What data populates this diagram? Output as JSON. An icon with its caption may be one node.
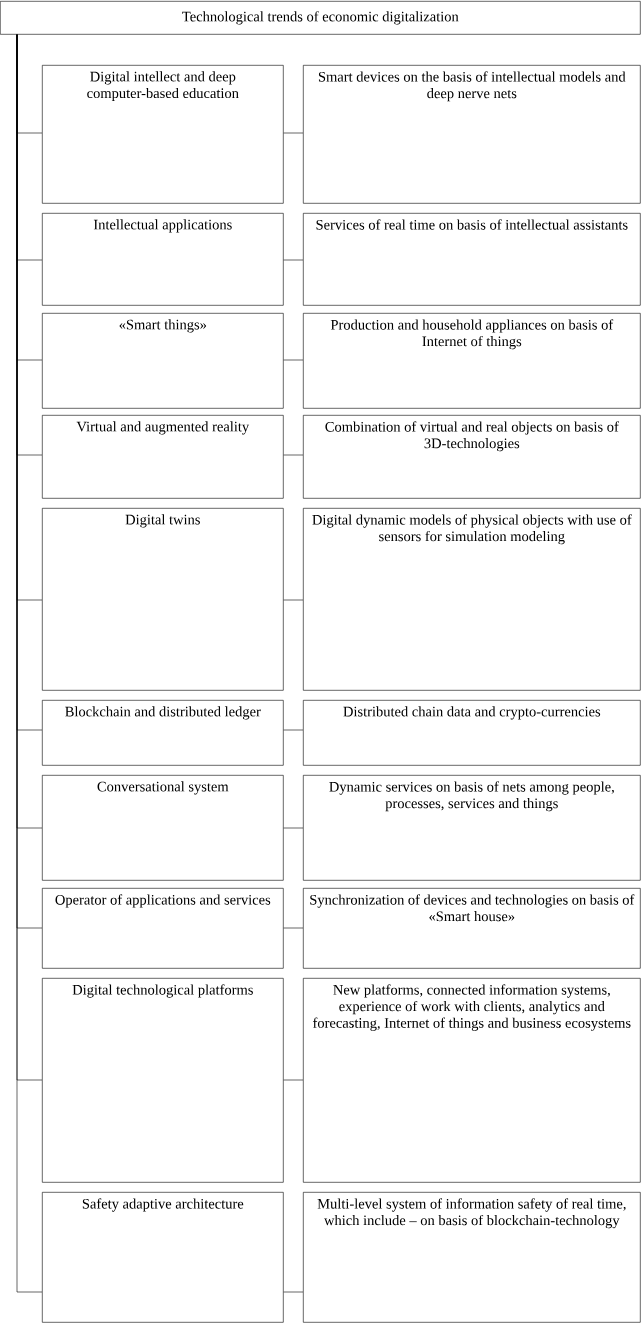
{
  "diagram": {
    "nodes": [
      {
        "text": [
          "Technological trends of economic digitalization"
        ]
      },
      {
        "text": [
          "Digital intellect and deep computer-based education"
        ]
      },
      {
        "text": [
          "Smart devices on the basis of intellectual models and deep nerve nets"
        ]
      },
      {
        "text": [
          "Intellectual applications"
        ]
      },
      {
        "text": [
          "Services of real time on basis of intellectual assistants"
        ]
      },
      {
        "text": [
          "«Smart things»"
        ]
      },
      {
        "text": [
          "Production and household appliances on basis of Internet of things"
        ]
      },
      {
        "text": [
          "Virtual and augmented reality"
        ]
      },
      {
        "text": [
          "Combination of virtual and real objects on basis of 3D-technologies"
        ]
      },
      {
        "text": [
          "Digital twins"
        ]
      },
      {
        "text": [
          "Digital dynamic models of physical objects with use of sensors for simulation modeling"
        ]
      },
      {
        "text": [
          "Blockchain and distributed ledger"
        ]
      },
      {
        "text": [
          "Distributed chain data and crypto-currencies"
        ]
      },
      {
        "text": [
          "Conversational system"
        ]
      },
      {
        "text": [
          "Dynamic services on basis of nets among people, processes, services and things"
        ]
      },
      {
        "text": [
          "Operator of applications and services"
        ]
      },
      {
        "text": [
          "Synchronization of devices and technologies on basis of «Smart house»"
        ]
      },
      {
        "text": [
          "Digital technological platforms"
        ]
      },
      {
        "text": [
          "New platforms, connected information systems, experience of work with clients, analytics and forecasting, Internet of things and business ecosystems"
        ]
      },
      {
        "text": [
          "Safety adaptive architecture"
        ]
      },
      {
        "text": [
          "Multi-level system of information safety of real time, which include – on basis of blockchain-technology"
        ]
      }
    ],
    "edges": [
      {
        "from": 0,
        "to": 1,
        "arrow": "none"
      },
      {
        "from": 1,
        "to": 2,
        "arrow": "none"
      },
      {
        "from": 0,
        "to": 3,
        "arrow": "none"
      },
      {
        "from": 3,
        "to": 4,
        "arrow": "none"
      },
      {
        "from": 0,
        "to": 5,
        "arrow": "none"
      },
      {
        "from": 5,
        "to": 6,
        "arrow": "none"
      },
      {
        "from": 0,
        "to": 7,
        "arrow": "none"
      },
      {
        "from": 7,
        "to": 8,
        "arrow": "none"
      },
      {
        "from": 0,
        "to": 9,
        "arrow": "none"
      },
      {
        "from": 9,
        "to": 10,
        "arrow": "none"
      },
      {
        "from": 0,
        "to": 11,
        "arrow": "none"
      },
      {
        "from": 11,
        "to": 12,
        "arrow": "none"
      },
      {
        "from": 0,
        "to": 13,
        "arrow": "none"
      },
      {
        "from": 13,
        "to": 14,
        "arrow": "none"
      },
      {
        "from": 0,
        "to": 15,
        "arrow": "none"
      },
      {
        "from": 15,
        "to": 16,
        "arrow": "none"
      },
      {
        "from": 0,
        "to": 17,
        "arrow": "none"
      },
      {
        "from": 17,
        "to": 18,
        "arrow": "none"
      },
      {
        "from": 0,
        "to": 19,
        "arrow": "none"
      },
      {
        "from": 19,
        "to": 20,
        "arrow": "none"
      }
    ]
  }
}
